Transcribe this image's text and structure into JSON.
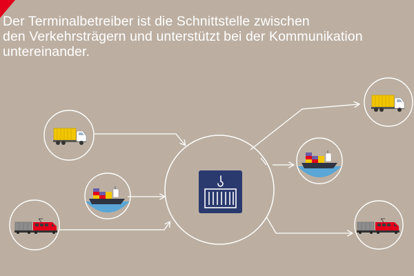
{
  "caption": {
    "lines": [
      "Der Terminalbetreiber ist die Schnittstelle zwischen",
      "den Verkehrsträgern und unterstützt bei der Kommunikation",
      "untereinander."
    ]
  },
  "colors": {
    "background": "#bcafa1",
    "line": "#ffffff",
    "accent_red": "#e2001a",
    "terminal_navy": "#2a3a6e",
    "container_yellow": "#f2c700",
    "water_blue": "#5aa6d6"
  },
  "diagram": {
    "hub": {
      "icon": "crane-container-icon"
    },
    "inputs": [
      {
        "id": "truck-in",
        "icon": "truck-icon"
      },
      {
        "id": "ship-in",
        "icon": "ship-icon"
      },
      {
        "id": "train-in",
        "icon": "train-icon"
      }
    ],
    "outputs": [
      {
        "id": "truck-out",
        "icon": "truck-icon"
      },
      {
        "id": "ship-out",
        "icon": "ship-icon"
      },
      {
        "id": "train-out",
        "icon": "train-icon"
      }
    ]
  }
}
